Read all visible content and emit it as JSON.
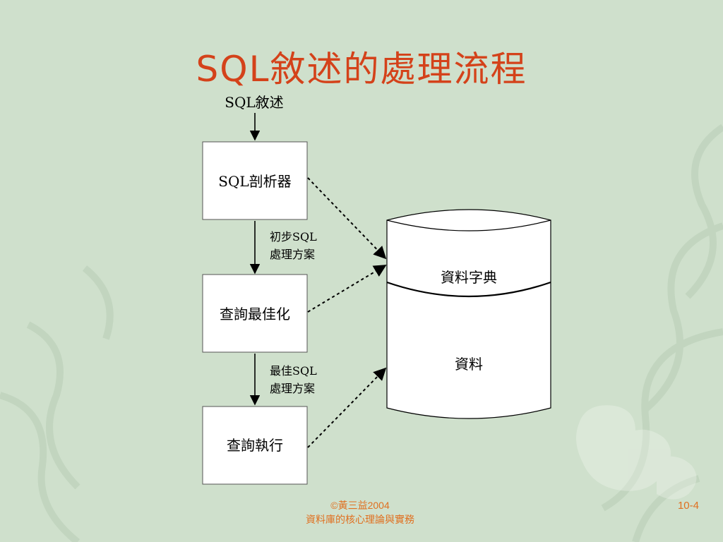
{
  "slide": {
    "title": "SQL敘述的處理流程",
    "footer_line1": "©黃三益2004",
    "footer_line2": "資料庫的核心理論與實務",
    "page_number": "10-4"
  },
  "diagram": {
    "input_label": "SQL敘述",
    "nodes": {
      "parser": "SQL剖析器",
      "optimizer": "查詢最佳化",
      "executor": "查詢執行"
    },
    "edges": {
      "parser_to_optimizer": [
        "初步SQL",
        "處理方案"
      ],
      "optimizer_to_executor": [
        "最佳SQL",
        "處理方案"
      ]
    },
    "database": {
      "top_section": "資料字典",
      "bottom_section": "資料"
    }
  },
  "colors": {
    "background": "#cfe0cc",
    "title": "#d4421a",
    "footer": "#e07020"
  }
}
